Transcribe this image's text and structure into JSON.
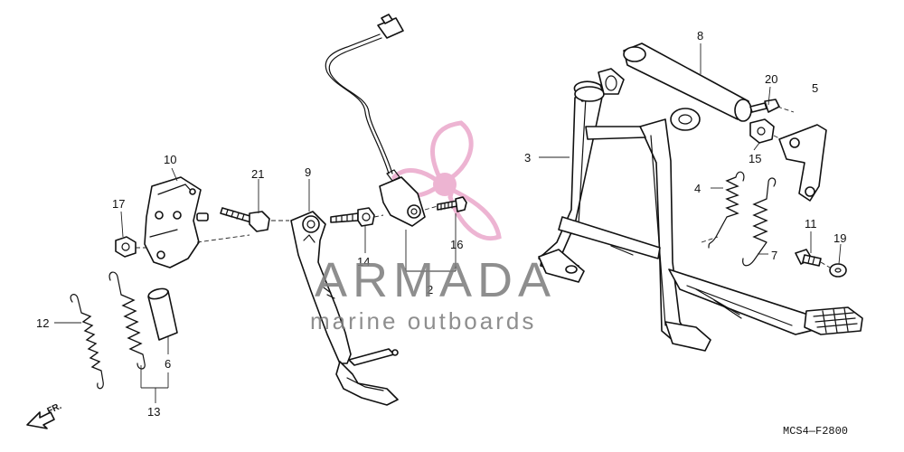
{
  "diagram_code": "MCS4—F2800",
  "direction_label": "FR.",
  "watermark": {
    "title": "ARMADA",
    "subtitle": "marine outboards",
    "logo_color": "#e79cc4"
  },
  "callouts": [
    {
      "id": "c2",
      "text": "2"
    },
    {
      "id": "c3",
      "text": "3"
    },
    {
      "id": "c4",
      "text": "4"
    },
    {
      "id": "c5",
      "text": "5"
    },
    {
      "id": "c6",
      "text": "6"
    },
    {
      "id": "c7",
      "text": "7"
    },
    {
      "id": "c8",
      "text": "8"
    },
    {
      "id": "c9",
      "text": "9"
    },
    {
      "id": "c10",
      "text": "10"
    },
    {
      "id": "c11",
      "text": "11"
    },
    {
      "id": "c12",
      "text": "12"
    },
    {
      "id": "c13",
      "text": "13"
    },
    {
      "id": "c14",
      "text": "14"
    },
    {
      "id": "c15",
      "text": "15"
    },
    {
      "id": "c16",
      "text": "16"
    },
    {
      "id": "c17",
      "text": "17"
    },
    {
      "id": "c19",
      "text": "19"
    },
    {
      "id": "c20",
      "text": "20"
    },
    {
      "id": "c21",
      "text": "21"
    }
  ]
}
